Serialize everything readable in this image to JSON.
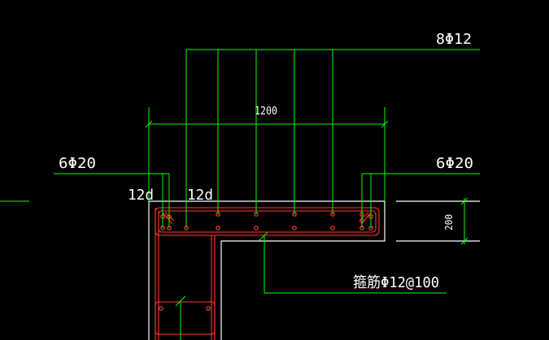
{
  "labels": {
    "top_rebar": "8Φ12",
    "dim_width": "1200",
    "left_rebar": "6Φ20",
    "right_rebar": "6Φ20",
    "anchor_left": "12d",
    "anchor_right": "12d",
    "dim_height": "200",
    "stirrup": "箍筋Φ12@100"
  },
  "colors": {
    "background": "#000000",
    "leader": "#00ff00",
    "outline": "#ffffff",
    "rebar": "#ff3b30",
    "text": "#ffffff"
  }
}
